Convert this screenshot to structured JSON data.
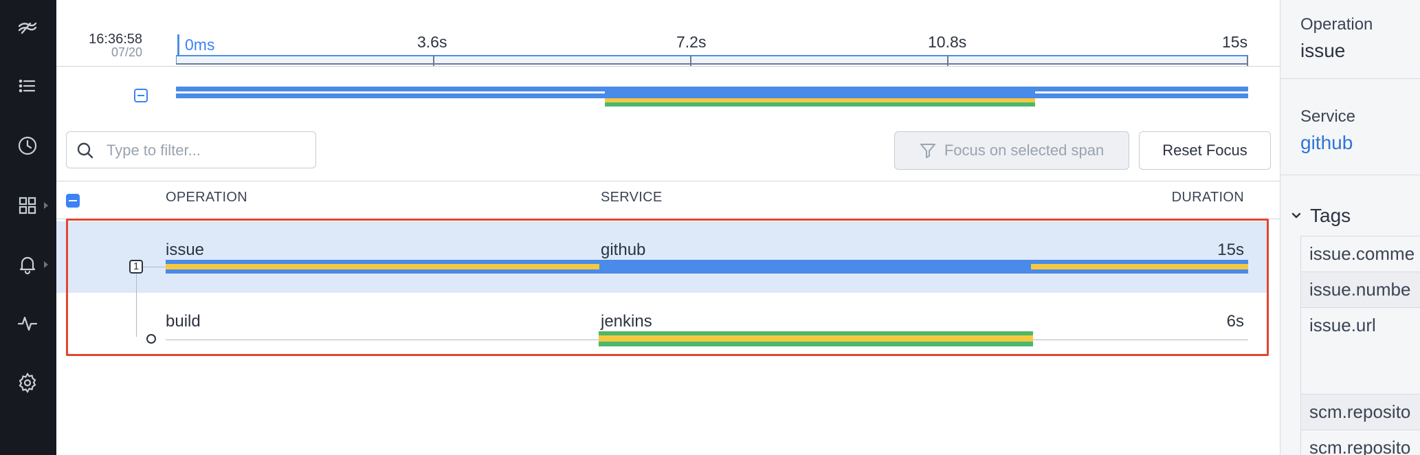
{
  "sidebar": {
    "items": [
      {
        "icon": "logo-icon"
      },
      {
        "icon": "list-icon"
      },
      {
        "icon": "clock-icon"
      },
      {
        "icon": "grid-icon"
      },
      {
        "icon": "bell-icon"
      },
      {
        "icon": "activity-icon"
      },
      {
        "icon": "gear-icon"
      }
    ]
  },
  "timeline": {
    "start_time": "16:36:58",
    "start_date": "07/20",
    "zero_label": "0ms",
    "ticks": [
      "3.6s",
      "7.2s",
      "10.8s",
      "15s"
    ]
  },
  "filter": {
    "placeholder": "Type to filter..."
  },
  "buttons": {
    "focus_label": "Focus on selected span",
    "reset_label": "Reset Focus"
  },
  "table": {
    "headers": {
      "operation": "OPERATION",
      "service": "SERVICE",
      "duration": "DURATION"
    },
    "rows": [
      {
        "operation": "issue",
        "service": "github",
        "duration": "15s",
        "badge": "1",
        "selected": true
      },
      {
        "operation": "build",
        "service": "jenkins",
        "duration": "6s",
        "selected": false
      }
    ]
  },
  "detail": {
    "operation_label": "Operation",
    "operation_value": "issue",
    "service_label": "Service",
    "service_value": "github",
    "tags_title": "Tags",
    "tags": [
      "issue.comme",
      "issue.numbe",
      "issue.url",
      "scm.reposito",
      "scm.reposito"
    ]
  },
  "colors": {
    "accent": "#3b82f6",
    "span_blue": "#4a8ae8",
    "span_yellow": "#f5c842",
    "span_green": "#4cb86a",
    "selection": "#e2452d"
  }
}
